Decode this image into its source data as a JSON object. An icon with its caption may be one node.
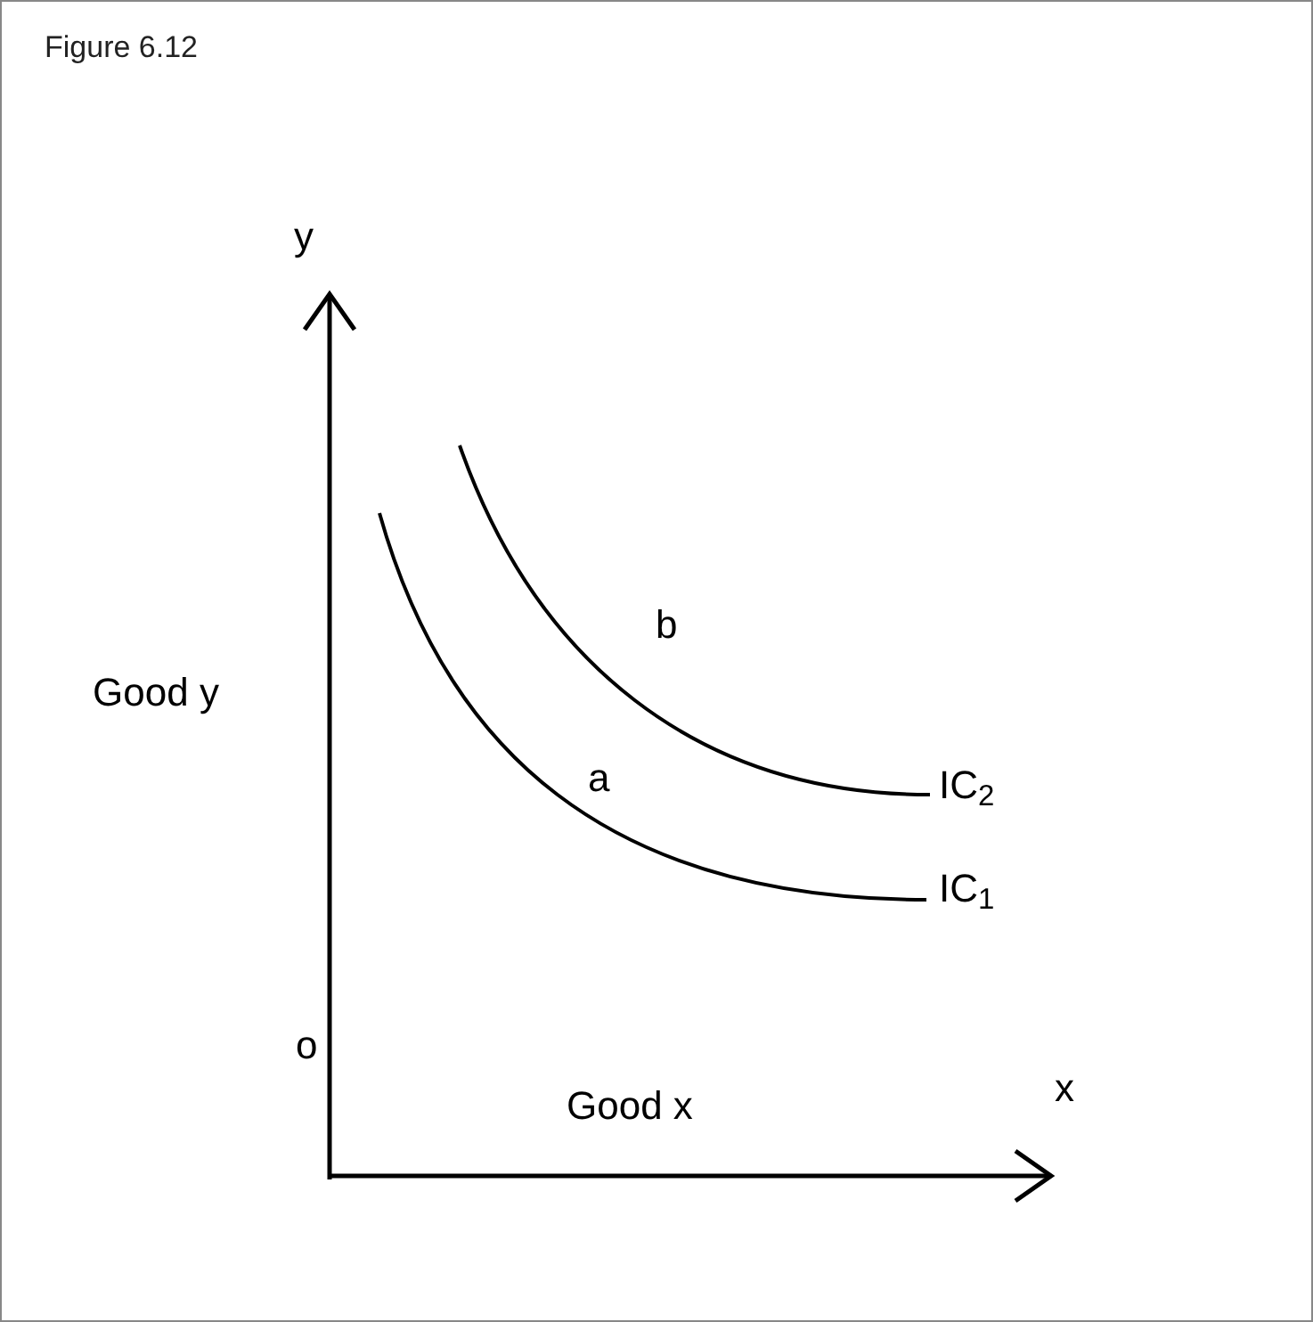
{
  "diagram": {
    "title": "Figure 6.12",
    "labels": [
      "y",
      "Good y",
      "b",
      "a",
      "IC$_{2}$",
      "IC$_{1}$",
      "o",
      "x",
      "Good x"
    ]
  }
}
